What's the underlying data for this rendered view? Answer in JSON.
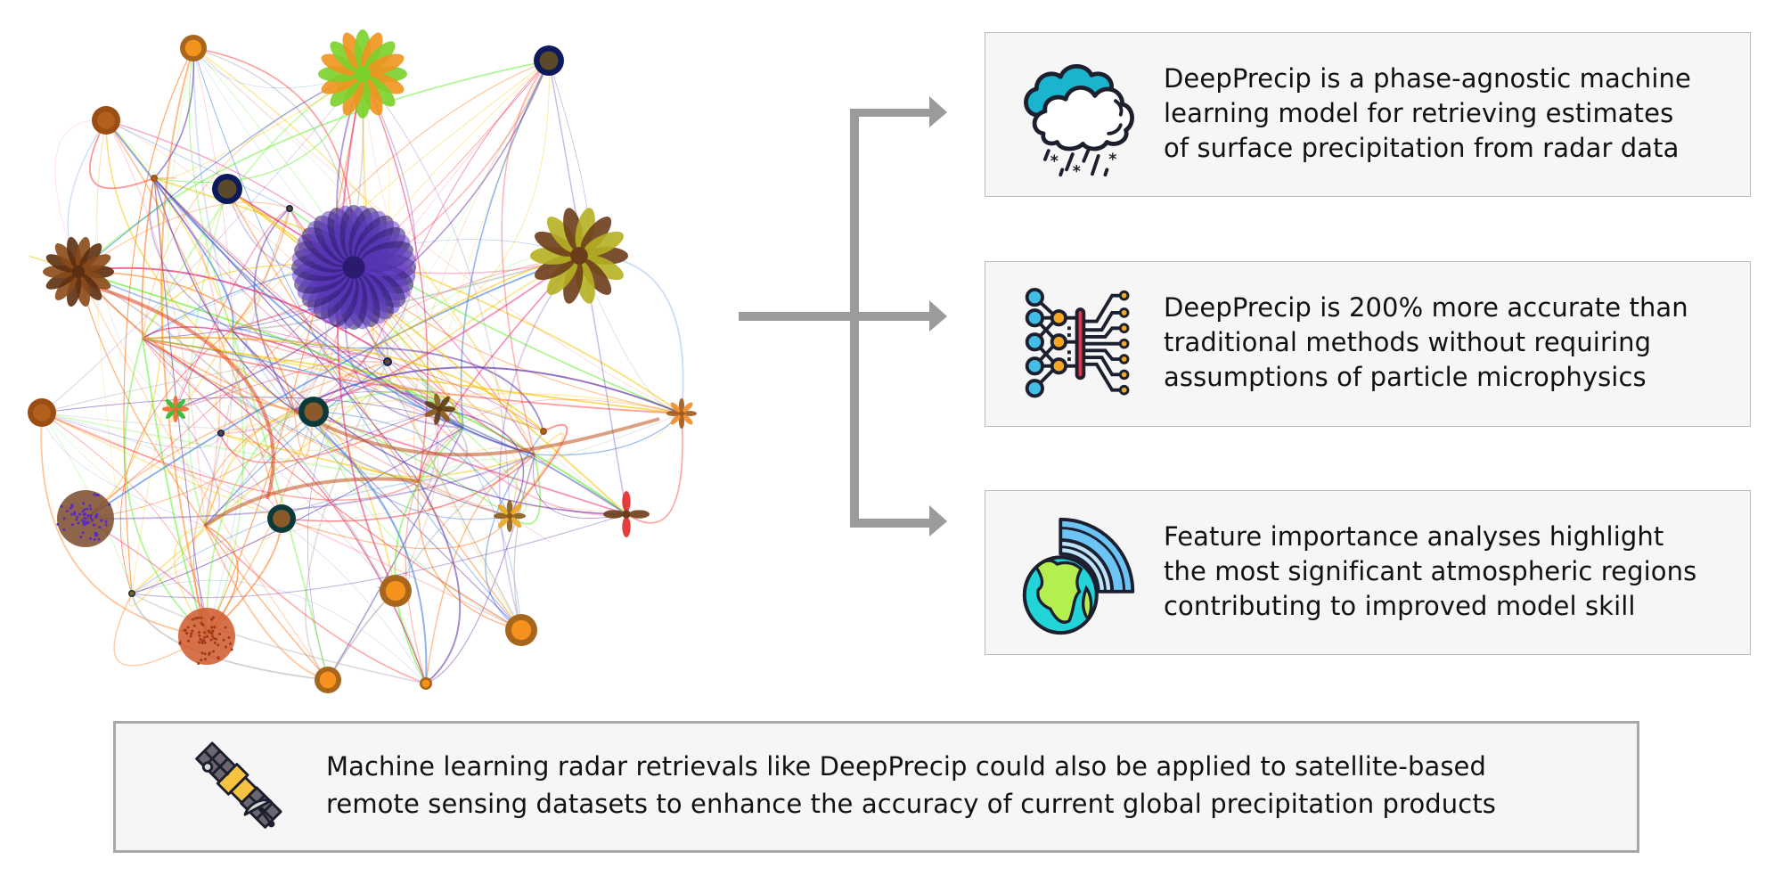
{
  "figure": {
    "network_graphic": {
      "description": "Colorful graph network visualization of model connections",
      "edge_colors": [
        "#ff3b3b",
        "#ff7a1a",
        "#e8176f",
        "#5cf22a",
        "#3c7de0",
        "#5b2aa8",
        "#f5c400",
        "#b0b0b0"
      ],
      "clusters": [
        {
          "name": "purple-dandelion",
          "primary": "#6a3fd0",
          "secondary": "#2a1a70"
        },
        {
          "name": "olive-flower",
          "primary": "#b5b022",
          "secondary": "#6b3d1a"
        },
        {
          "name": "green-orange-cluster",
          "primary": "#f0941f",
          "secondary": "#7ad12a"
        },
        {
          "name": "brown-flower-left",
          "primary": "#8a4a1a",
          "secondary": "#5c2f10"
        },
        {
          "name": "purple-dotted-ball",
          "primary": "#7a4a2a",
          "secondary": "#5a2ac0"
        },
        {
          "name": "orange-hairy-ball",
          "primary": "#d0582a",
          "secondary": "#a0381a"
        },
        {
          "name": "red-flower",
          "primary": "#e02a2a",
          "secondary": "#6b3d1a"
        },
        {
          "name": "gold-flower",
          "primary": "#e8a820",
          "secondary": "#8a5a1a"
        },
        {
          "name": "orange-flower-right",
          "primary": "#f08a2a",
          "secondary": "#a05a1a"
        },
        {
          "name": "green-orange-flower",
          "primary": "#2eb82e",
          "secondary": "#f06a2a"
        },
        {
          "name": "brown-flower-small",
          "primary": "#8a5a1a",
          "secondary": "#5c3a10"
        }
      ],
      "ring_node_colors": {
        "orange": {
          "outer": "#a8651c",
          "inner": "#f5921e"
        },
        "navy": {
          "outer": "#0c1a5c",
          "inner": "#5a4a2a"
        },
        "teal": {
          "outer": "#0c3a3a",
          "inner": "#8a5a2a"
        },
        "brown": {
          "outer": "#9a4e14",
          "inner": "#b0601c"
        }
      }
    },
    "connector": {
      "color": "#9b9b9b",
      "branches": 3
    },
    "cards": [
      {
        "icon": "cloud-snow-rain-icon",
        "lines": [
          "DeepPrecip is a phase-agnostic machine",
          "learning model for retrieving estimates",
          "of surface precipitation from radar data"
        ]
      },
      {
        "icon": "neural-network-icon",
        "lines": [
          "DeepPrecip is 200% more accurate than",
          "traditional methods without requiring",
          "assumptions of particle microphysics"
        ]
      },
      {
        "icon": "globe-signal-icon",
        "lines": [
          "Feature importance analyses highlight",
          "the most significant atmospheric regions",
          "contributing to improved model skill"
        ]
      }
    ],
    "bottom_card": {
      "icon": "satellite-icon",
      "lines": [
        "Machine learning radar retrievals like DeepPrecip could also be applied to satellite-based",
        "remote sensing datasets to enhance the accuracy of current global precipitation products"
      ]
    },
    "colors": {
      "card_bg": "#f6f6f6",
      "card_border": "#bdbdbd",
      "bottom_border": "#a8a8a8",
      "icon_stroke": "#1c1f2e",
      "cloud_teal": "#1ab4cf",
      "nn_blue": "#41bde6",
      "nn_orange": "#f5a623",
      "nn_red": "#e8334a",
      "globe_ocean": "#22d3d8",
      "globe_land": "#b5ee4f",
      "signal_dark": "#6cc4f5",
      "signal_light": "#bfe4fa",
      "sat_gold": "#f5c242",
      "sat_panel": "#6b6670",
      "sat_dish": "#d9d9d9"
    }
  }
}
